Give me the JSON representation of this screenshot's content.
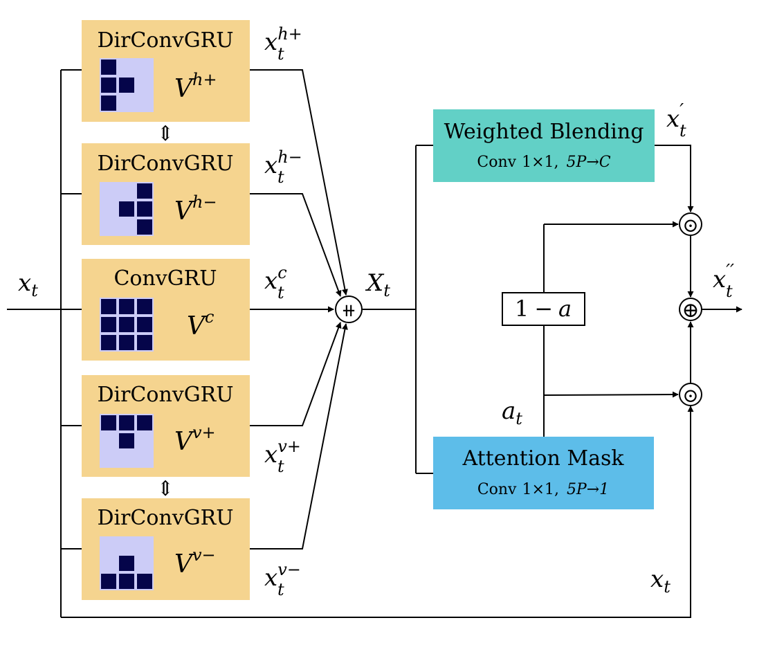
{
  "colors": {
    "gru_block": "#f5d48f",
    "kernel_bg": "#ccccf7",
    "kernel_cell": "#05054a",
    "weighted_blending": "#62d0c6",
    "attention_mask": "#5dbde9"
  },
  "input_label": {
    "base": "x",
    "sub": "t"
  },
  "blocks": [
    {
      "title": "DirConvGRU",
      "kernel": {
        "base": "V",
        "sup": "h+"
      },
      "output": {
        "base": "x",
        "sub": "t",
        "sup": "h+"
      }
    },
    {
      "title": "DirConvGRU",
      "kernel": {
        "base": "V",
        "sup": "h−"
      },
      "output": {
        "base": "x",
        "sub": "t",
        "sup": "h−"
      }
    },
    {
      "title": "ConvGRU",
      "kernel": {
        "base": "V",
        "sup": "c"
      },
      "output": {
        "base": "x",
        "sub": "t",
        "sup": "c"
      }
    },
    {
      "title": "DirConvGRU",
      "kernel": {
        "base": "V",
        "sup": "v+"
      },
      "output": {
        "base": "x",
        "sub": "t",
        "sup": "v+"
      }
    },
    {
      "title": "DirConvGRU",
      "kernel": {
        "base": "V",
        "sup": "v−"
      },
      "output": {
        "base": "x",
        "sub": "t",
        "sup": "v−"
      }
    }
  ],
  "swap_symbol": "⇕",
  "concat_symbol": "⧺",
  "concat_output": {
    "base": "X",
    "sub": "t"
  },
  "weighted_blending": {
    "title": "Weighted Blending",
    "conv_prefix": "Conv",
    "conv_size": "1×1",
    "conv_mapping": "5P→C"
  },
  "attention_mask": {
    "title": "Attention Mask",
    "conv_prefix": "Conv",
    "conv_size": "1×1",
    "conv_mapping": "5P→1"
  },
  "one_minus_a": {
    "one": "1",
    "minus": "−",
    "a": "a"
  },
  "attention_output": {
    "base": "a",
    "sub": "t"
  },
  "blend_output": {
    "base": "x",
    "sub": "t",
    "sup": "′"
  },
  "final_output": {
    "base": "x",
    "sub": "t",
    "sup": "′′"
  },
  "skip_label": {
    "base": "x",
    "sub": "t"
  },
  "hadamard_symbol": "⊙",
  "sum_symbol": "⊕"
}
